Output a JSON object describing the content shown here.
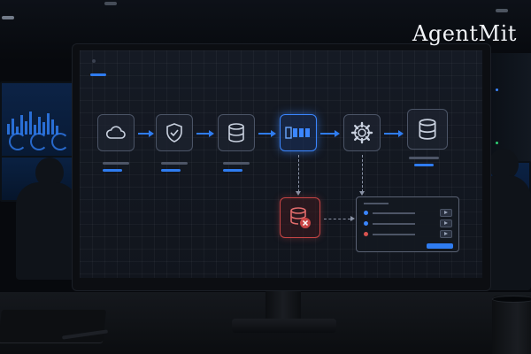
{
  "brand": {
    "text": "AgentMit"
  },
  "colors": {
    "accent": "#2f7cf0",
    "error": "#c94545",
    "node_border": "#4b5466",
    "screen_bg": "#151a24",
    "status_dots": [
      "#3b86ff",
      "#3b86ff",
      "#d9534f"
    ]
  },
  "pipeline": {
    "nodes": [
      {
        "icon": "cloud-icon",
        "state": "normal"
      },
      {
        "icon": "shield-check-icon",
        "state": "normal"
      },
      {
        "icon": "database-icon",
        "state": "normal"
      },
      {
        "icon": "queue-bars-icon",
        "state": "active"
      },
      {
        "icon": "gear-icon",
        "state": "normal"
      },
      {
        "icon": "database-icon",
        "state": "normal"
      }
    ],
    "error_node": {
      "icon": "database-error-icon",
      "state": "error"
    }
  },
  "results_panel": {
    "rows": [
      {
        "status": "ok",
        "action": "play-icon"
      },
      {
        "status": "ok",
        "action": "play-icon"
      },
      {
        "status": "error",
        "action": "play-icon"
      }
    ]
  }
}
